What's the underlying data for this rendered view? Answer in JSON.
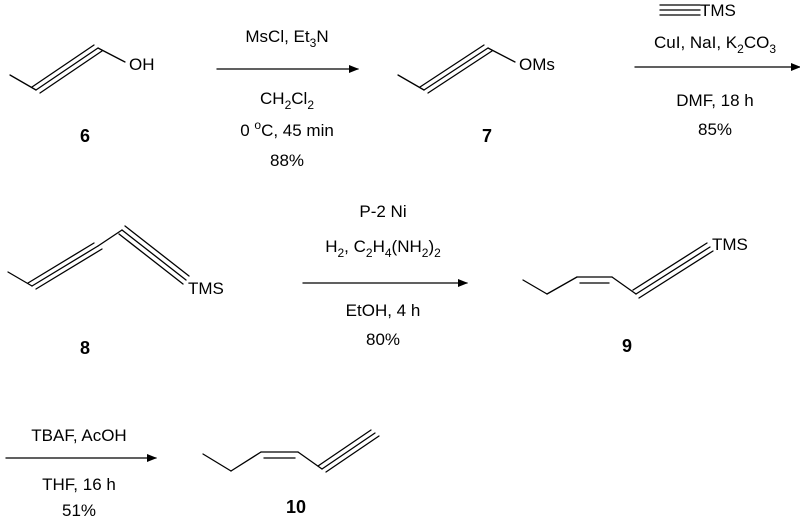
{
  "compounds": {
    "c6": {
      "label": "6",
      "group": "OH"
    },
    "c7": {
      "label": "7",
      "group": "OMs"
    },
    "c8": {
      "label": "8",
      "group": "TMS"
    },
    "c9": {
      "label": "9",
      "group": "TMS"
    },
    "c10": {
      "label": "10"
    }
  },
  "steps": {
    "s1": {
      "above": [
        {
          "parts": [
            [
              "MsCl, Et",
              ""
            ],
            [
              "3",
              "sub"
            ],
            [
              "N",
              ""
            ]
          ]
        }
      ],
      "below": [
        {
          "parts": [
            [
              "CH",
              ""
            ],
            [
              "2",
              "sub"
            ],
            [
              "Cl",
              ""
            ],
            [
              "2",
              "sub"
            ]
          ]
        },
        {
          "parts": [
            [
              "0 ",
              ""
            ],
            [
              "o",
              "sup"
            ],
            [
              "C, 45 min",
              ""
            ]
          ]
        },
        {
          "parts": [
            [
              "88%",
              ""
            ]
          ]
        }
      ]
    },
    "s2": {
      "reagent_group": "TMS",
      "above": [
        {
          "parts": [
            [
              "CuI, NaI, K",
              ""
            ],
            [
              "2",
              "sub"
            ],
            [
              "CO",
              ""
            ],
            [
              "3",
              "sub"
            ]
          ]
        }
      ],
      "below": [
        {
          "parts": [
            [
              "DMF, 18 h",
              ""
            ]
          ]
        },
        {
          "parts": [
            [
              "85%",
              ""
            ]
          ]
        }
      ]
    },
    "s3": {
      "above": [
        {
          "parts": [
            [
              "P-2 Ni",
              ""
            ]
          ]
        },
        {
          "parts": [
            [
              "H",
              ""
            ],
            [
              "2",
              "sub"
            ],
            [
              ", C",
              ""
            ],
            [
              "2",
              "sub"
            ],
            [
              "H",
              ""
            ],
            [
              "4",
              "sub"
            ],
            [
              "(NH",
              ""
            ],
            [
              "2",
              "sub"
            ],
            [
              ")",
              ""
            ],
            [
              "2",
              "sub"
            ]
          ]
        }
      ],
      "below": [
        {
          "parts": [
            [
              "EtOH, 4 h",
              ""
            ]
          ]
        },
        {
          "parts": [
            [
              "80%",
              ""
            ]
          ]
        }
      ]
    },
    "s4": {
      "above": [
        {
          "parts": [
            [
              "TBAF, AcOH",
              ""
            ]
          ]
        }
      ],
      "below": [
        {
          "parts": [
            [
              "THF, 16 h",
              ""
            ]
          ]
        },
        {
          "parts": [
            [
              "51%",
              ""
            ]
          ]
        }
      ]
    }
  }
}
